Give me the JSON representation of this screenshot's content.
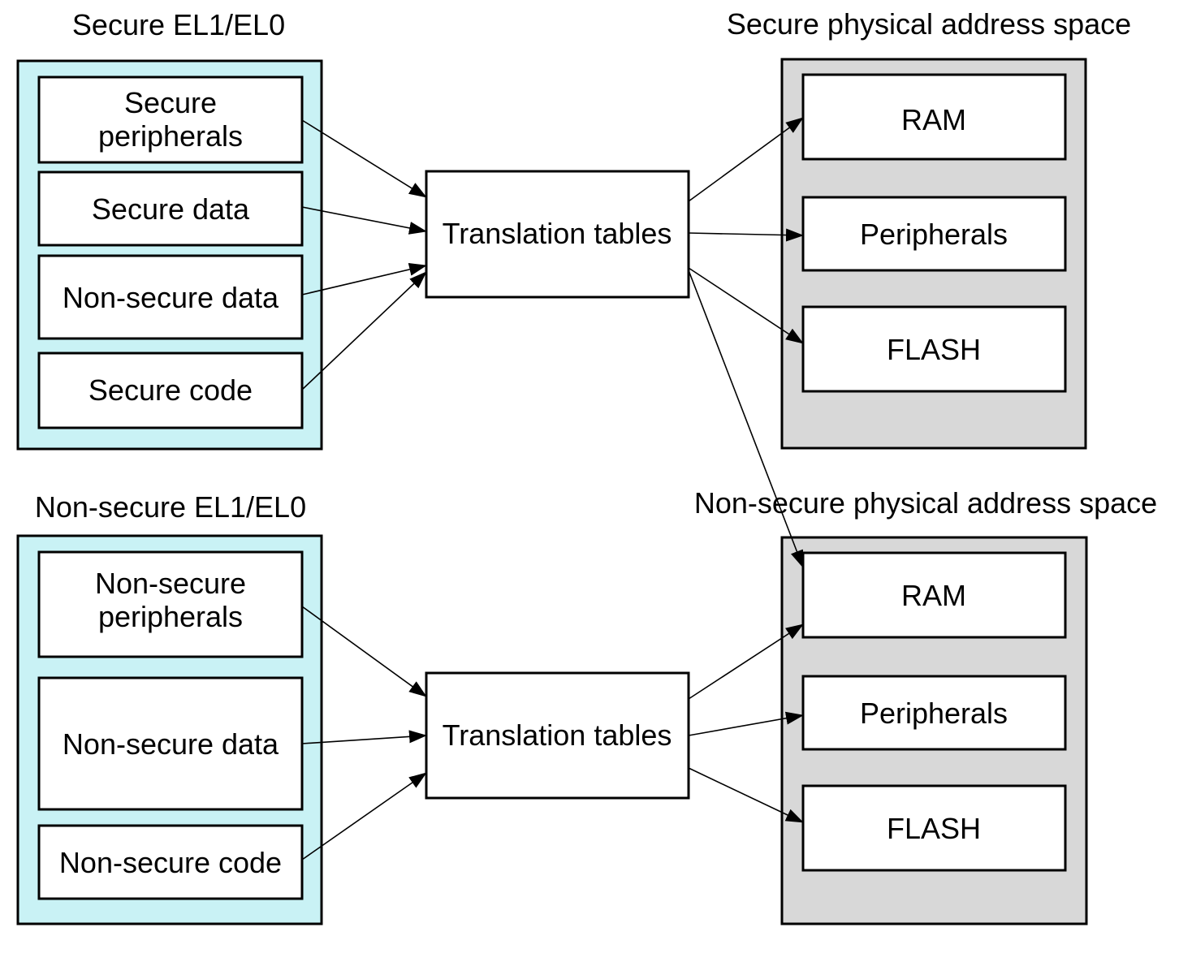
{
  "diagram": {
    "colors": {
      "secure_world_fill": "#C9F2F5",
      "address_space_fill": "#D8D8D8",
      "box_fill": "#FFFFFF",
      "outline": "#000000"
    },
    "secure_world": {
      "title": "Secure EL1/EL0",
      "peripherals_line1": "Secure",
      "peripherals_line2": "peripherals",
      "data_label": "Secure data",
      "non_secure_data_label": "Non-secure data",
      "code_label": "Secure code"
    },
    "secure_address_space": {
      "title": "Secure physical address space",
      "ram_label": "RAM",
      "peripherals_label": "Peripherals",
      "flash_label": "FLASH"
    },
    "translation_tables_top": {
      "label": "Translation tables"
    },
    "translation_tables_bottom": {
      "label": "Translation tables"
    },
    "non_secure_world": {
      "title": "Non-secure EL1/EL0",
      "peripherals_line1": "Non-secure",
      "peripherals_line2": "peripherals",
      "data_label": "Non-secure data",
      "code_label": "Non-secure code"
    },
    "non_secure_address_space": {
      "title": "Non-secure physical address space",
      "ram_label": "RAM",
      "peripherals_label": "Peripherals",
      "flash_label": "FLASH"
    }
  }
}
